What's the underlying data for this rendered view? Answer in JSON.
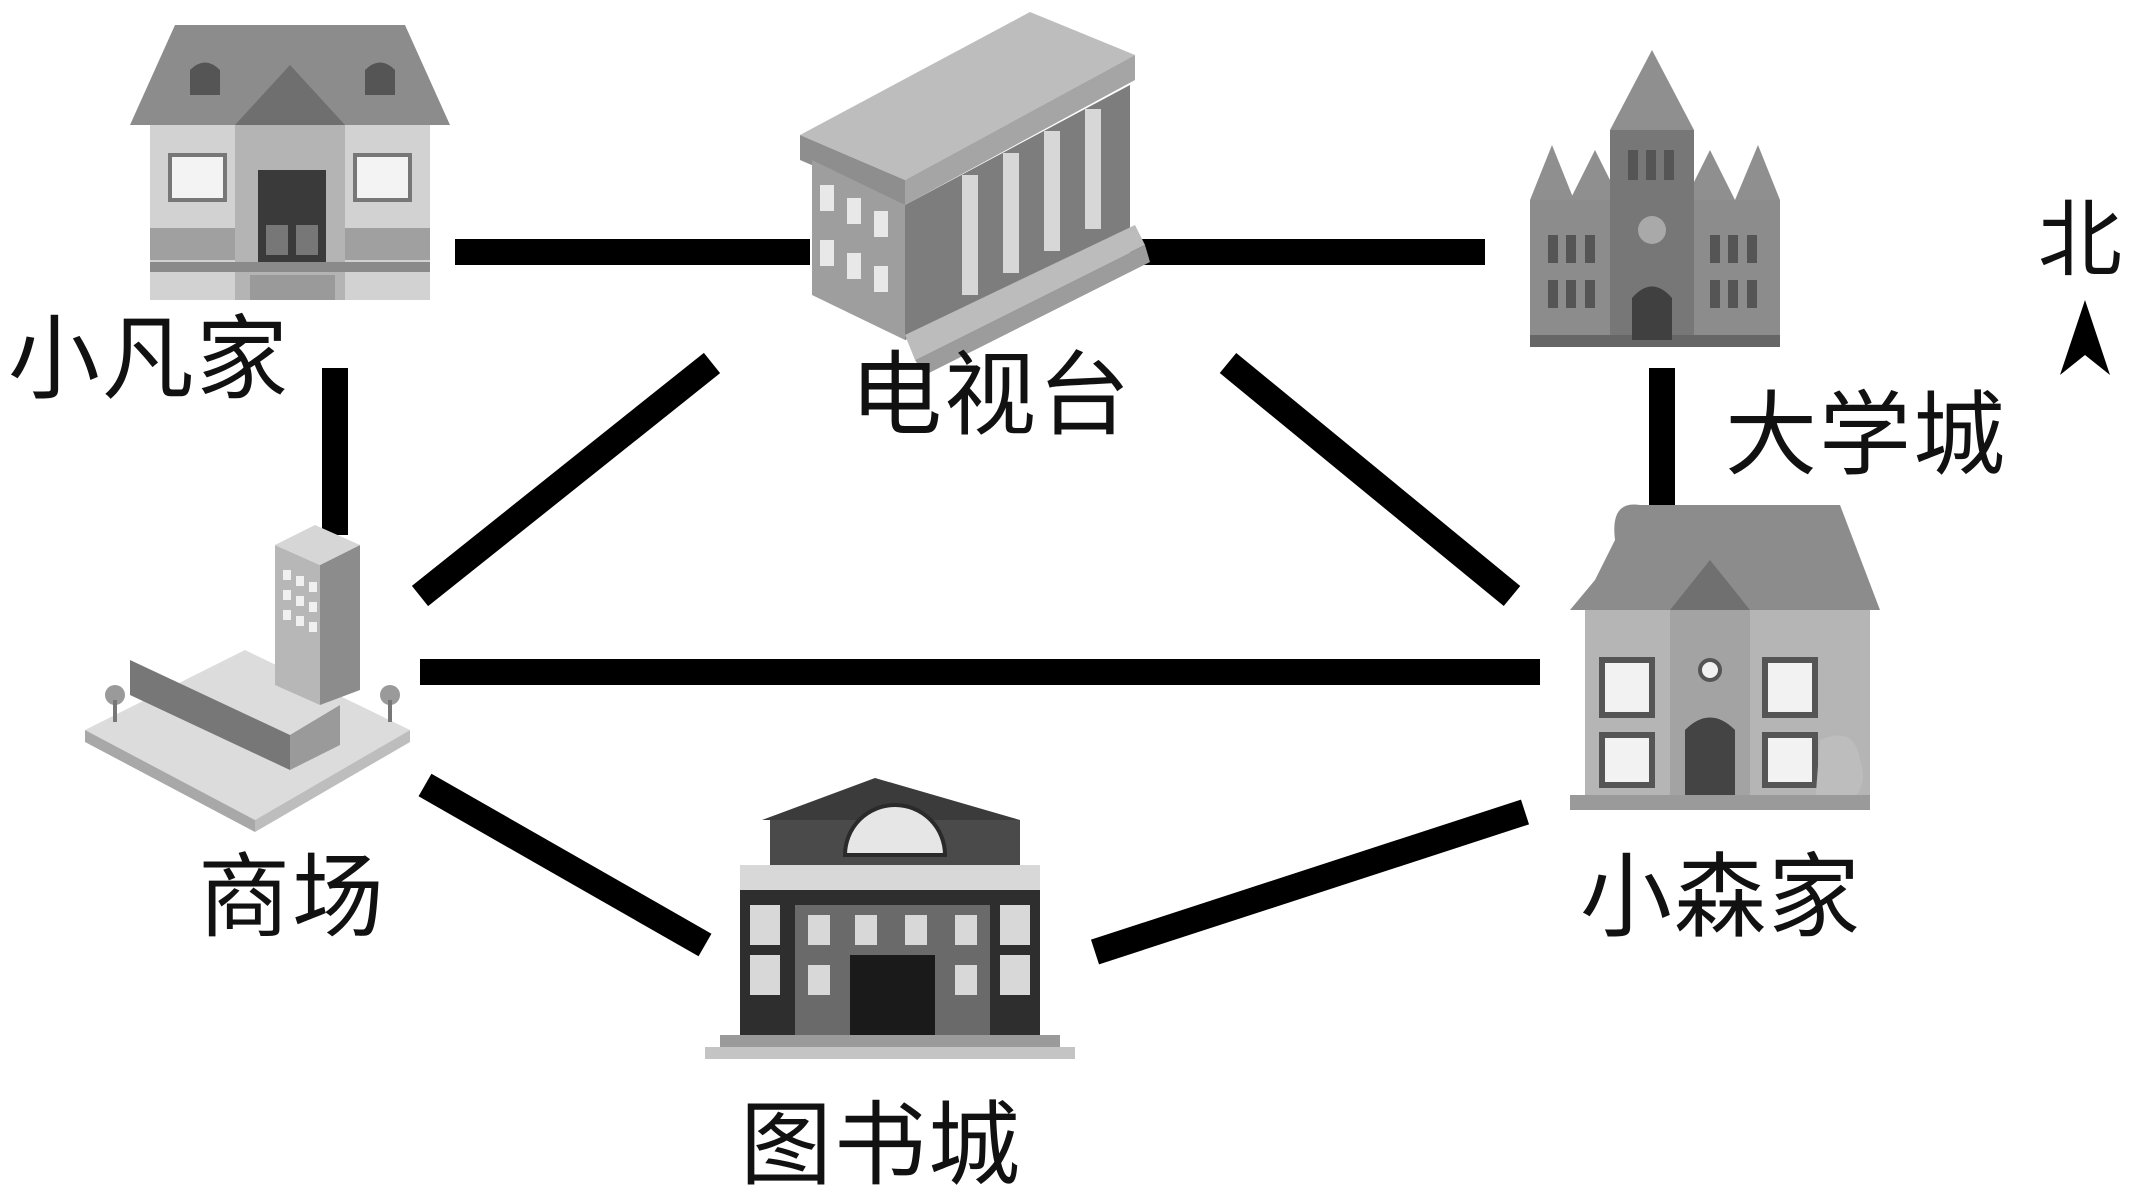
{
  "places": {
    "xiaofan_home": "小凡家",
    "tv_station": "电视台",
    "university_town": "大学城",
    "mall": "商场",
    "xiaosen_home": "小森家",
    "book_city": "图书城"
  },
  "compass": {
    "label": "北",
    "icon": "north-arrow-icon"
  },
  "icons": {
    "xiaofan_home": "house-icon",
    "tv_station": "columned-building-icon",
    "university_town": "church-icon",
    "mall": "mall-building-icon",
    "xiaosen_home": "house-icon",
    "book_city": "library-building-icon"
  },
  "routes": [
    [
      "小凡家",
      "电视台"
    ],
    [
      "电视台",
      "大学城"
    ],
    [
      "小凡家",
      "商场"
    ],
    [
      "大学城",
      "小森家"
    ],
    [
      "商场",
      "电视台"
    ],
    [
      "电视台",
      "小森家"
    ],
    [
      "商场",
      "小森家"
    ],
    [
      "商场",
      "图书城"
    ],
    [
      "图书城",
      "小森家"
    ]
  ]
}
